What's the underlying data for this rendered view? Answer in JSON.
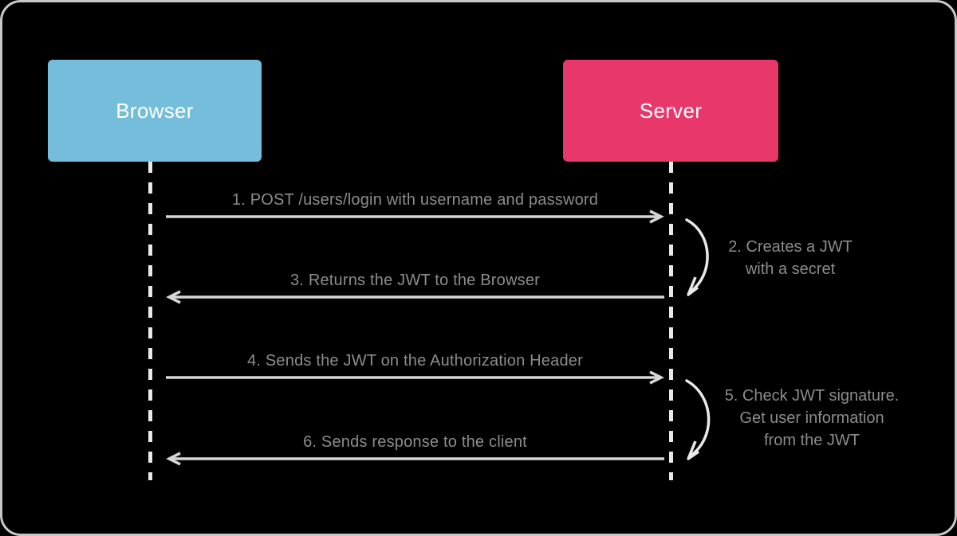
{
  "diagram": {
    "type": "sequence-diagram",
    "background_color": "#000000",
    "border_color": "#c9c9c9",
    "label_color": "#8c8c8c",
    "line_color": "#e9e9e9",
    "actors": [
      {
        "id": "browser",
        "label": "Browser",
        "color": "#74bedb",
        "text_color": "#ffffff"
      },
      {
        "id": "server",
        "label": "Server",
        "color": "#e8386b",
        "text_color": "#ffffff"
      }
    ],
    "messages": [
      {
        "n": "1",
        "label": "1. POST /users/login with username and password",
        "from": "browser",
        "to": "server",
        "direction": "right"
      },
      {
        "n": "3",
        "label": "3. Returns the JWT to the Browser",
        "from": "server",
        "to": "browser",
        "direction": "left"
      },
      {
        "n": "4",
        "label": "4. Sends the JWT on the Authorization Header",
        "from": "browser",
        "to": "server",
        "direction": "right"
      },
      {
        "n": "6",
        "label": "6. Sends response to the client",
        "from": "server",
        "to": "browser",
        "direction": "left"
      }
    ],
    "self_messages": [
      {
        "n": "2",
        "actor": "server",
        "lines": [
          "2. Creates a JWT",
          "with a secret"
        ]
      },
      {
        "n": "5",
        "actor": "server",
        "lines": [
          "5. Check JWT signature.",
          "Get user information",
          "from the JWT"
        ]
      }
    ]
  }
}
